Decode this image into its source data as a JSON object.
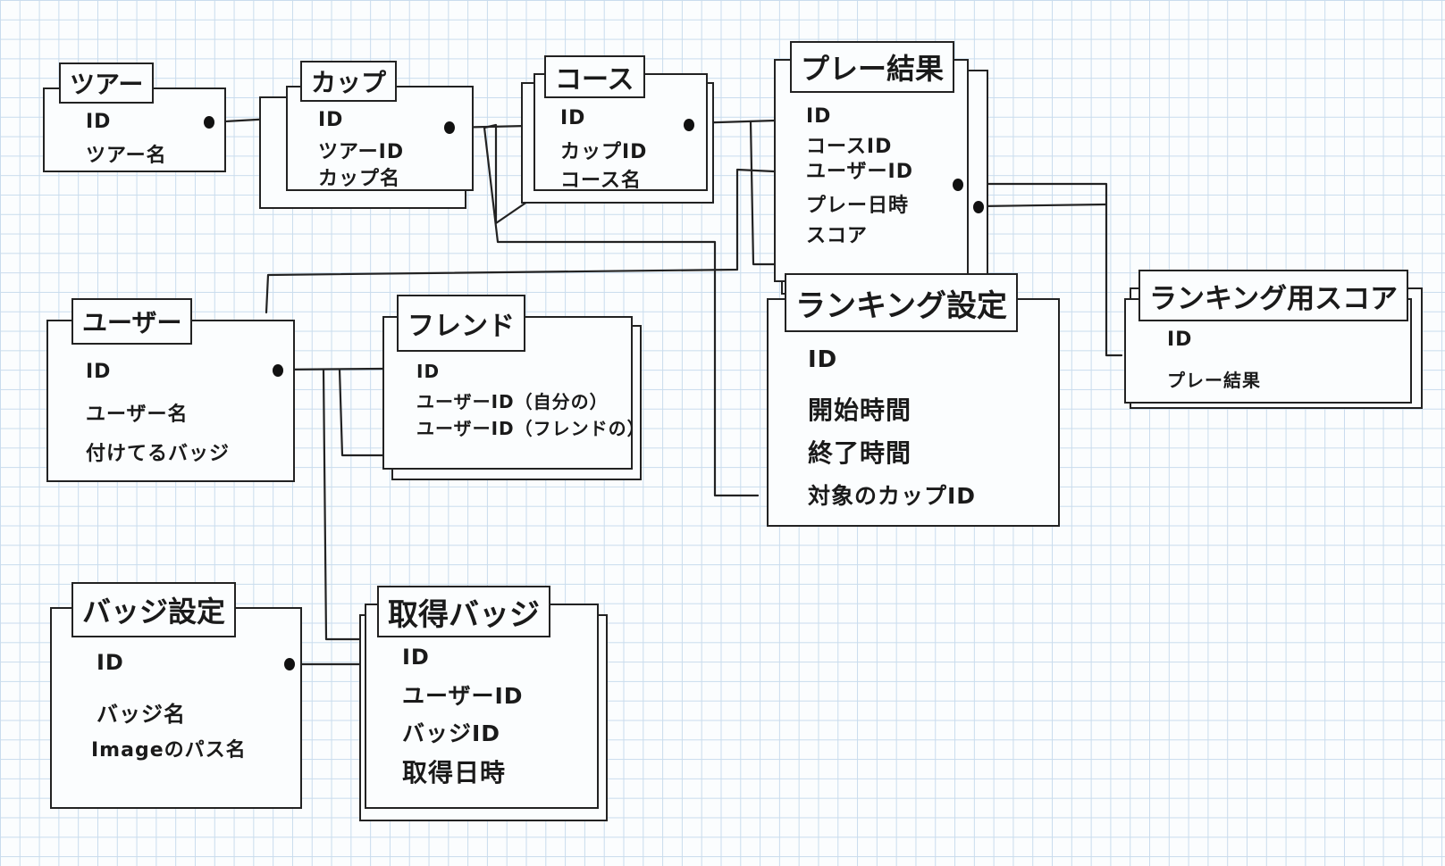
{
  "entities": {
    "tour": {
      "title": "ツアー",
      "fields": [
        "ID",
        "ツアー名"
      ]
    },
    "cup": {
      "title": "カップ",
      "fields": [
        "ID",
        "ツアーID",
        "カップ名"
      ]
    },
    "course": {
      "title": "コース",
      "fields": [
        "ID",
        "カップID",
        "コース名"
      ]
    },
    "play_result": {
      "title": "プレー結果",
      "fields": [
        "ID",
        "コースID",
        "ユーザーID",
        "プレー日時",
        "スコア"
      ]
    },
    "user": {
      "title": "ユーザー",
      "fields": [
        "ID",
        "ユーザー名",
        "付けてるバッジ"
      ]
    },
    "friend": {
      "title": "フレンド",
      "fields": [
        "ID",
        "ユーザーID（自分の）",
        "ユーザーID（フレンドの）"
      ]
    },
    "ranking_setting": {
      "title": "ランキング設定",
      "fields": [
        "ID",
        "開始時間",
        "終了時間",
        "対象のカップID"
      ]
    },
    "ranking_score": {
      "title": "ランキング用スコア",
      "fields": [
        "ID",
        "プレー結果"
      ]
    },
    "badge_setting": {
      "title": "バッジ設定",
      "fields": [
        "ID",
        "バッジ名",
        "Imageのパス名"
      ]
    },
    "acquired_badge": {
      "title": "取得バッジ",
      "fields": [
        "ID",
        "ユーザーID",
        "バッジID",
        "取得日時"
      ]
    }
  }
}
